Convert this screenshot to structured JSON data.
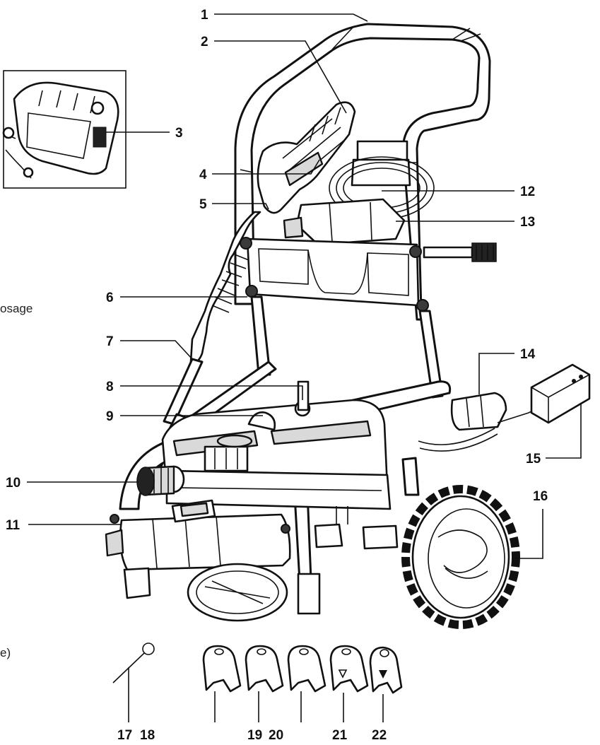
{
  "callouts": [
    "1",
    "2",
    "3",
    "4",
    "5",
    "6",
    "7",
    "8",
    "9",
    "10",
    "11",
    "12",
    "13",
    "14",
    "15",
    "16",
    "17",
    "18",
    "19",
    "20",
    "21",
    "22"
  ],
  "text_fragments": {
    "left_mid": "osage",
    "left_bottom": "e)"
  }
}
